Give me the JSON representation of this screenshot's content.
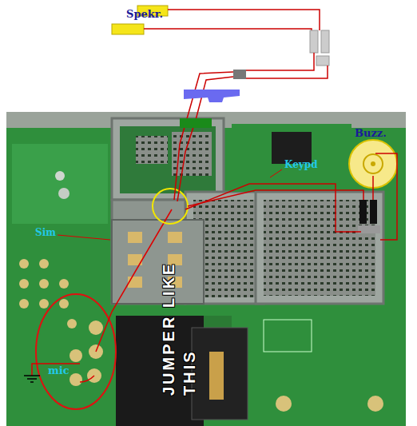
{
  "diagram": {
    "labels": [
      "Spekr.",
      "Keypd",
      "Sim",
      "Buzz.",
      "mic",
      "JUMPER LIKE THIS"
    ]
  }
}
